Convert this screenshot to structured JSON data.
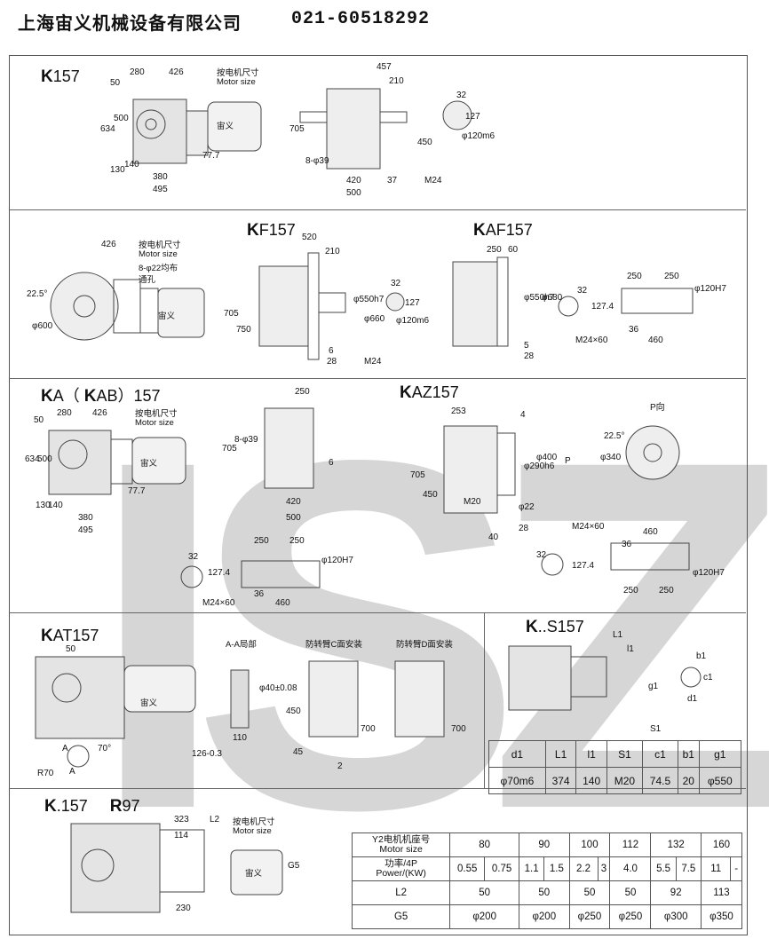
{
  "header": {
    "company": "上海宙义机械设备有限公司",
    "phone": "021-60518292"
  },
  "watermark": "ISZ",
  "motor_label": "宙义",
  "sections": {
    "k157": {
      "title_k": "K",
      "title_rest": "157",
      "dims": [
        "280",
        "426",
        "50",
        "634",
        "500",
        "130",
        "140",
        "380",
        "495",
        "77.7",
        "457",
        "210",
        "705",
        "450",
        "420",
        "37",
        "500",
        "8-φ39",
        "M24",
        "32",
        "127",
        "φ120m6"
      ],
      "motor_size_cn": "按电机尺寸",
      "motor_size_en": "Motor size"
    },
    "kf157": {
      "title_k": "K",
      "title_rest": "F157",
      "dims": [
        "426",
        "520",
        "210",
        "22.5°",
        "φ600",
        "705",
        "750",
        "φ550h7",
        "φ660",
        "6",
        "28",
        "M24",
        "32",
        "127",
        "φ120m6"
      ],
      "holes": "8-φ22均布",
      "holes2": "通孔",
      "motor_size_cn": "按电机尺寸",
      "motor_size_en": "Motor size"
    },
    "kaf157": {
      "title_k": "K",
      "title_rest": "AF157",
      "dims": [
        "250",
        "60",
        "φ550h7",
        "φ680",
        "32",
        "127.4",
        "5",
        "28",
        "250",
        "250",
        "φ120H7",
        "M24×60",
        "36",
        "460"
      ]
    },
    "ka157": {
      "title_k": "K",
      "title_rest": "A（",
      "title_k2": "K",
      "title_rest2": "AB）157",
      "dims": [
        "50",
        "280",
        "426",
        "634",
        "500",
        "130",
        "140",
        "380",
        "495",
        "77.7",
        "250",
        "705",
        "8-φ39",
        "6",
        "420",
        "500",
        "32",
        "127.4",
        "250",
        "250",
        "φ120H7",
        "M24×60",
        "36",
        "460"
      ],
      "motor_size_cn": "按电机尺寸",
      "motor_size_en": "Motor size"
    },
    "kaz157": {
      "title_k": "K",
      "title_rest": "AZ157",
      "dims": [
        "253",
        "4",
        "705",
        "450",
        "M20",
        "φ290h6",
        "φ400",
        "P",
        "φ22",
        "28",
        "40",
        "22.5°",
        "φ340",
        "P向",
        "M24×60",
        "36",
        "460",
        "φ120H7",
        "32",
        "127.4",
        "250",
        "250"
      ]
    },
    "kat157": {
      "title_k": "K",
      "title_rest": "AT157",
      "dims": [
        "50",
        "70°",
        "R70",
        "A",
        "A"
      ],
      "local_view": "A-A局部",
      "arm_c": "防转臂C面安装",
      "arm_d": "防转臂D面安装",
      "dims2": [
        "φ40±0.08",
        "110",
        "126-0.3",
        "450",
        "700",
        "45",
        "2",
        "700"
      ]
    },
    "ks157": {
      "title_k": "K",
      "title_rest": "..S157",
      "dims": [
        "L1",
        "l1",
        "g1",
        "S1",
        "b1",
        "c1",
        "d1"
      ],
      "table": {
        "headers": [
          "d1",
          "L1",
          "l1",
          "S1",
          "c1",
          "b1",
          "g1"
        ],
        "values": [
          "φ70m6",
          "374",
          "140",
          "M20",
          "74.5",
          "20",
          "φ550"
        ]
      }
    },
    "k157r97": {
      "title_k": "K",
      "title_rest": ".157",
      "title_r": "R",
      "title_r_rest": "97",
      "dims": [
        "323",
        "L2",
        "114",
        "G5",
        "230"
      ],
      "motor_size_cn": "按电机尺寸",
      "motor_size_en": "Motor size",
      "table": {
        "h_cn": "Y2电机机座号",
        "h_en": "Motor size",
        "p_cn": "功率/4P",
        "p_en": "Power/(KW)",
        "frames": [
          "80",
          "90",
          "100",
          "112",
          "132",
          "160"
        ],
        "powers": [
          "0.55",
          "0.75",
          "1.1",
          "1.5",
          "2.2",
          "3",
          "4.0",
          "5.5",
          "7.5",
          "11",
          "-"
        ],
        "l2_label": "L2",
        "l2": [
          "50",
          "50",
          "50",
          "50",
          "92",
          "113"
        ],
        "g5_label": "G5",
        "g5": [
          "φ200",
          "φ200",
          "φ250",
          "φ250",
          "φ300",
          "φ350"
        ]
      }
    }
  }
}
